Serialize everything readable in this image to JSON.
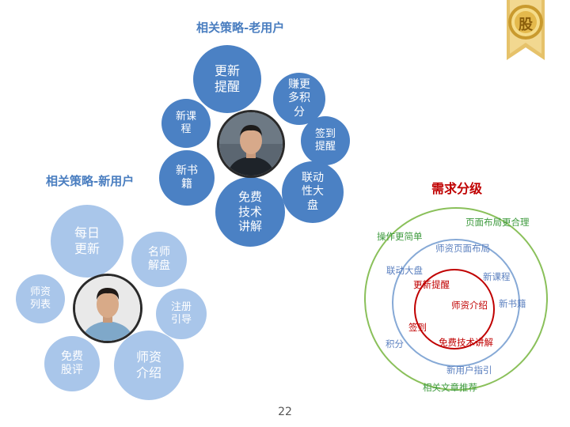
{
  "headings": {
    "old_users": "相关策略-老用户",
    "new_users": "相关策略-新用户",
    "demand_levels": "需求分级"
  },
  "old_cluster": {
    "update_reminder": [
      "更新",
      "提醒"
    ],
    "earn_points": [
      "赚更",
      "多积",
      "分"
    ],
    "new_course": [
      "新课",
      "程"
    ],
    "checkin_reminder": [
      "签到",
      "提醒"
    ],
    "new_books": [
      "新书",
      "籍"
    ],
    "linked_market": [
      "联动",
      "性大",
      "盘"
    ],
    "free_tech": [
      "免费",
      "技术",
      "讲解"
    ]
  },
  "new_cluster": {
    "daily_update": [
      "每日",
      "更新"
    ],
    "famous_teacher": [
      "名师",
      "解盘"
    ],
    "teacher_list": [
      "师资",
      "列表"
    ],
    "register_guide": [
      "注册",
      "引导"
    ],
    "free_review": [
      "免费",
      "股评"
    ],
    "teacher_intro": [
      "师资",
      "介绍"
    ]
  },
  "demand_diagram": {
    "outer_green": [
      "页面布局更合理",
      "操作更简单",
      "相关文章推荐"
    ],
    "middle_blue": [
      "师资页面布局",
      "联动大盘",
      "新课程",
      "新书籍",
      "积分",
      "新用户指引"
    ],
    "inner_red": [
      "更新提醒",
      "师资介绍",
      "签到",
      "免费技术讲解"
    ]
  },
  "badge": {
    "char": "股",
    "color": "#d7ad3a"
  },
  "page_number": "22",
  "colors": {
    "bubble_dark": "#4b81c4",
    "bubble_light": "#a9c6ea",
    "heading_blue": "#4a7ec0",
    "red": "#c00000",
    "green": "#3d9a3d"
  }
}
